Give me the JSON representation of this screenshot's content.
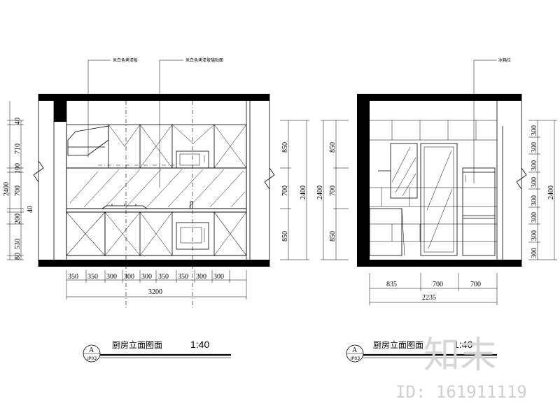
{
  "left_view": {
    "notes": [
      "米白色烤漆板",
      "米白色烤漆玻璃贴面"
    ],
    "bottom_dims": [
      "350",
      "350",
      "300",
      "300",
      "300",
      "350",
      "350",
      "300",
      "300"
    ],
    "bottom_total": "3200",
    "left_dims": [
      "40",
      "710",
      "100",
      "700",
      "40",
      "200",
      "530",
      "80"
    ],
    "left_total": "2400",
    "right_dims": [
      "850",
      "700",
      "850"
    ],
    "right_total": "2400",
    "title": "厨房立面图面",
    "scale": "1:40",
    "bubble_letter": "A",
    "bubble_sheet": "IP03"
  },
  "right_view": {
    "notes": [
      "冰箱位"
    ],
    "bottom_dims": [
      "835",
      "700",
      "700"
    ],
    "bottom_total": "2235",
    "left_dims": [
      "850",
      "700",
      "850"
    ],
    "left_total": "2400",
    "right_dims": [
      "300",
      "300",
      "300",
      "300",
      "300",
      "300",
      "300",
      "300"
    ],
    "right_total": "2400",
    "title": "厨房立面图面",
    "scale": "1:40",
    "bubble_letter": "A",
    "bubble_sheet": "IP03"
  },
  "watermark": {
    "brand": "知末",
    "id_text": "ID: 161911119"
  }
}
